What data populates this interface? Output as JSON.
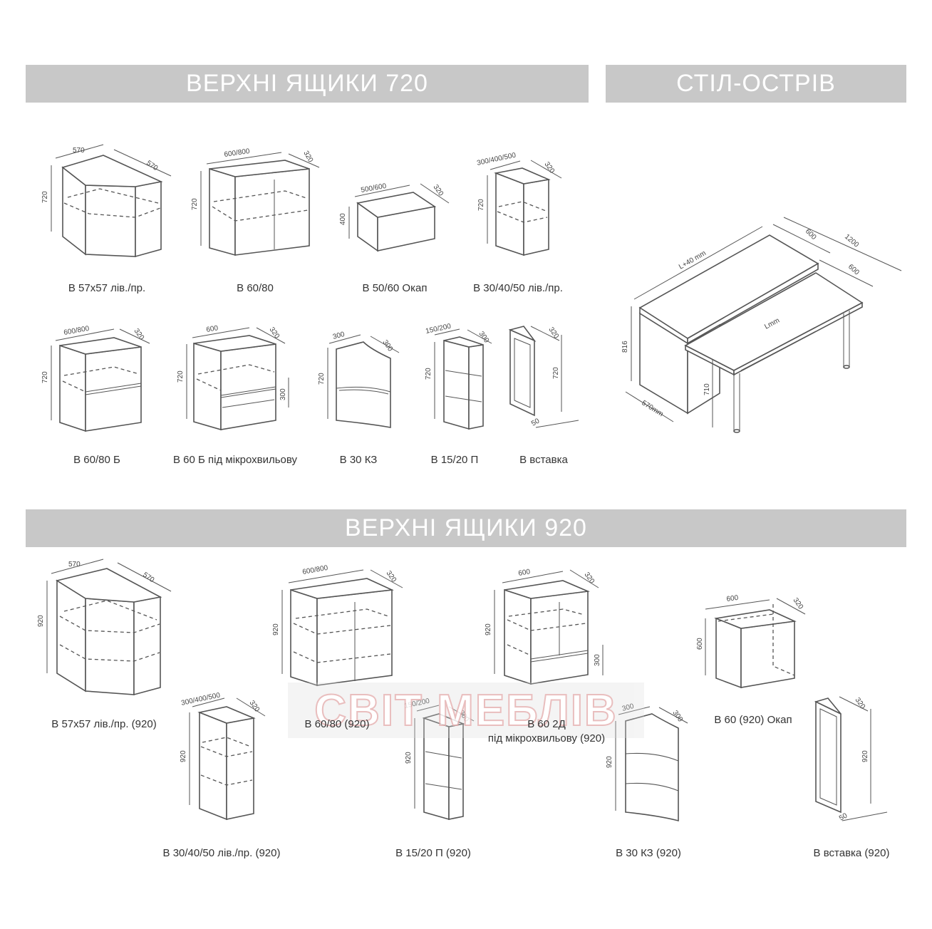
{
  "headers": {
    "upper_720": "ВЕРХНІ ЯЩИКИ 720",
    "island": "СТІЛ-ОСТРІВ",
    "upper_920": "ВЕРХНІ ЯЩИКИ 920"
  },
  "watermark": "СВІТ МЕБЛІВ",
  "captions_720": [
    "В 57х57 лів./пр.",
    "В 60/80",
    "В 50/60 Окап",
    "В 30/40/50 лів./пр.",
    "В 60/80 Б",
    "В 60 Б під мікрохвильову",
    "В 30 КЗ",
    "В 15/20 П",
    "В вставка"
  ],
  "captions_920": [
    "В 57х57 лів./пр. (920)",
    "В 60/80 (920)",
    "В 60 2Д",
    "під мікрохвильову (920)",
    "В 60 (920) Окап",
    "В 30/40/50 лів./пр. (920)",
    "В 15/20 П (920)",
    "В 30 КЗ (920)",
    "В вставка (920)"
  ],
  "dims": {
    "d570": "570",
    "d720": "720",
    "d600_800": "600/800",
    "d320": "320",
    "d500_600": "500/600",
    "d400": "400",
    "d300_400_500": "300/400/500",
    "d600": "600",
    "d300": "300",
    "d150_200": "150/200",
    "d50": "50",
    "d920": "920",
    "d1200": "1200",
    "d816": "816",
    "d710": "710",
    "d570mm": "570mm",
    "dL40": "L+40 mm",
    "dLmm": "Lmm"
  },
  "colors": {
    "banner": "#c8c8c8",
    "line": "#555555"
  }
}
